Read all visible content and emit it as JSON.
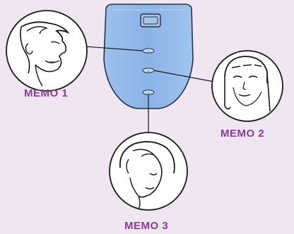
{
  "labels": {
    "memo1": "MEMO 1",
    "memo2": "MEMO 2",
    "memo3": "MEMO 3"
  },
  "buttons": {
    "b1": "1",
    "b2": "2",
    "b3": "3"
  },
  "colors": {
    "background": "#efe6f2",
    "device_fill": "#8cb6e8",
    "label": "#8d3a97"
  },
  "icons": [
    "man-face-icon",
    "woman-face-icon",
    "child-face-icon",
    "memo-device-icon"
  ]
}
